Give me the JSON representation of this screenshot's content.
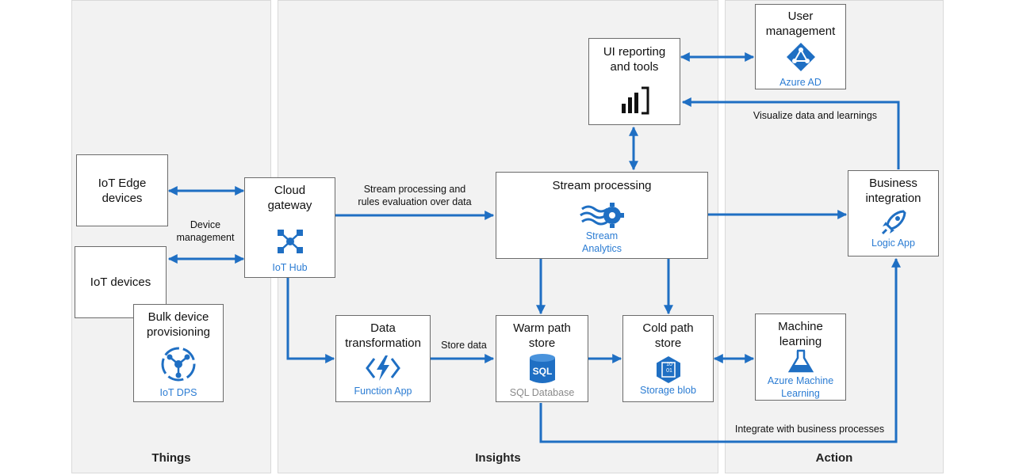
{
  "columns": {
    "things": "Things",
    "insights": "Insights",
    "action": "Action"
  },
  "nodes": {
    "iot_edge": {
      "title": "IoT Edge\ndevices"
    },
    "iot_devices": {
      "title": "IoT devices"
    },
    "bulk": {
      "title": "Bulk device\nprovisioning",
      "service": "IoT DPS",
      "icon": "iot-dps-icon"
    },
    "gateway": {
      "title": "Cloud\ngateway",
      "service": "IoT Hub",
      "icon": "iot-hub-icon"
    },
    "stream": {
      "title": "Stream processing",
      "service": "Stream\nAnalytics",
      "icon": "stream-analytics-icon"
    },
    "ui": {
      "title": "UI reporting\nand tools",
      "icon": "power-bi-icon"
    },
    "usermgmt": {
      "title": "User\nmanagement",
      "service": "Azure AD",
      "icon": "azure-ad-icon"
    },
    "business": {
      "title": "Business\nintegration",
      "service": "Logic App",
      "icon": "logic-app-icon"
    },
    "datatrans": {
      "title": "Data\ntransformation",
      "service": "Function App",
      "icon": "function-app-icon"
    },
    "warm": {
      "title": "Warm path\nstore",
      "service": "SQL Database",
      "icon": "sql-database-icon",
      "icon_text": "SQL"
    },
    "cold": {
      "title": "Cold path\nstore",
      "service": "Storage blob",
      "icon": "storage-blob-icon",
      "icon_text": "10\n01"
    },
    "ml": {
      "title": "Machine\nlearning",
      "service": "Azure Machine\nLearning",
      "icon": "machine-learning-icon"
    }
  },
  "edge_labels": {
    "device_management": "Device\nmanagement",
    "stream_rules": "Stream processing and\nrules evaluation over data",
    "store_data": "Store data",
    "visualize": "Visualize data and learnings",
    "integrate": "Integrate with business processes"
  },
  "colors": {
    "arrow": "#1f6fc3",
    "service": "#2b7cd3",
    "icon": "#1f6fc3",
    "border": "#6b6b6b"
  }
}
